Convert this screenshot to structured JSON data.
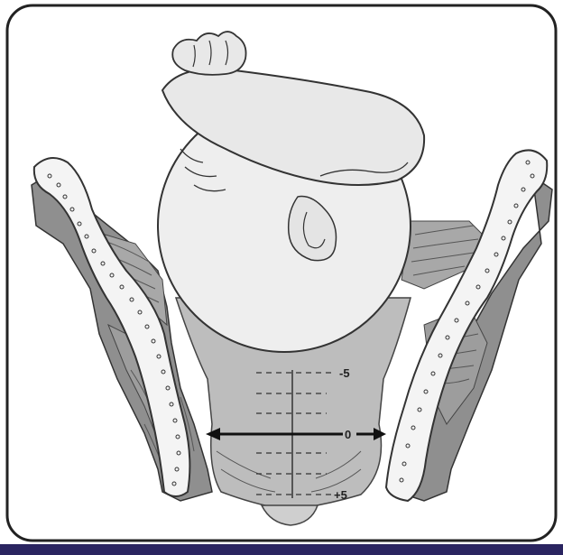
{
  "diagram": {
    "frame_color": "#222222",
    "bottom_bar_color": "#2a2460",
    "station_labels": [
      {
        "id": "minus5",
        "text": "-5"
      },
      {
        "id": "zero",
        "text": "0"
      },
      {
        "id": "plus5",
        "text": "+5"
      }
    ]
  }
}
